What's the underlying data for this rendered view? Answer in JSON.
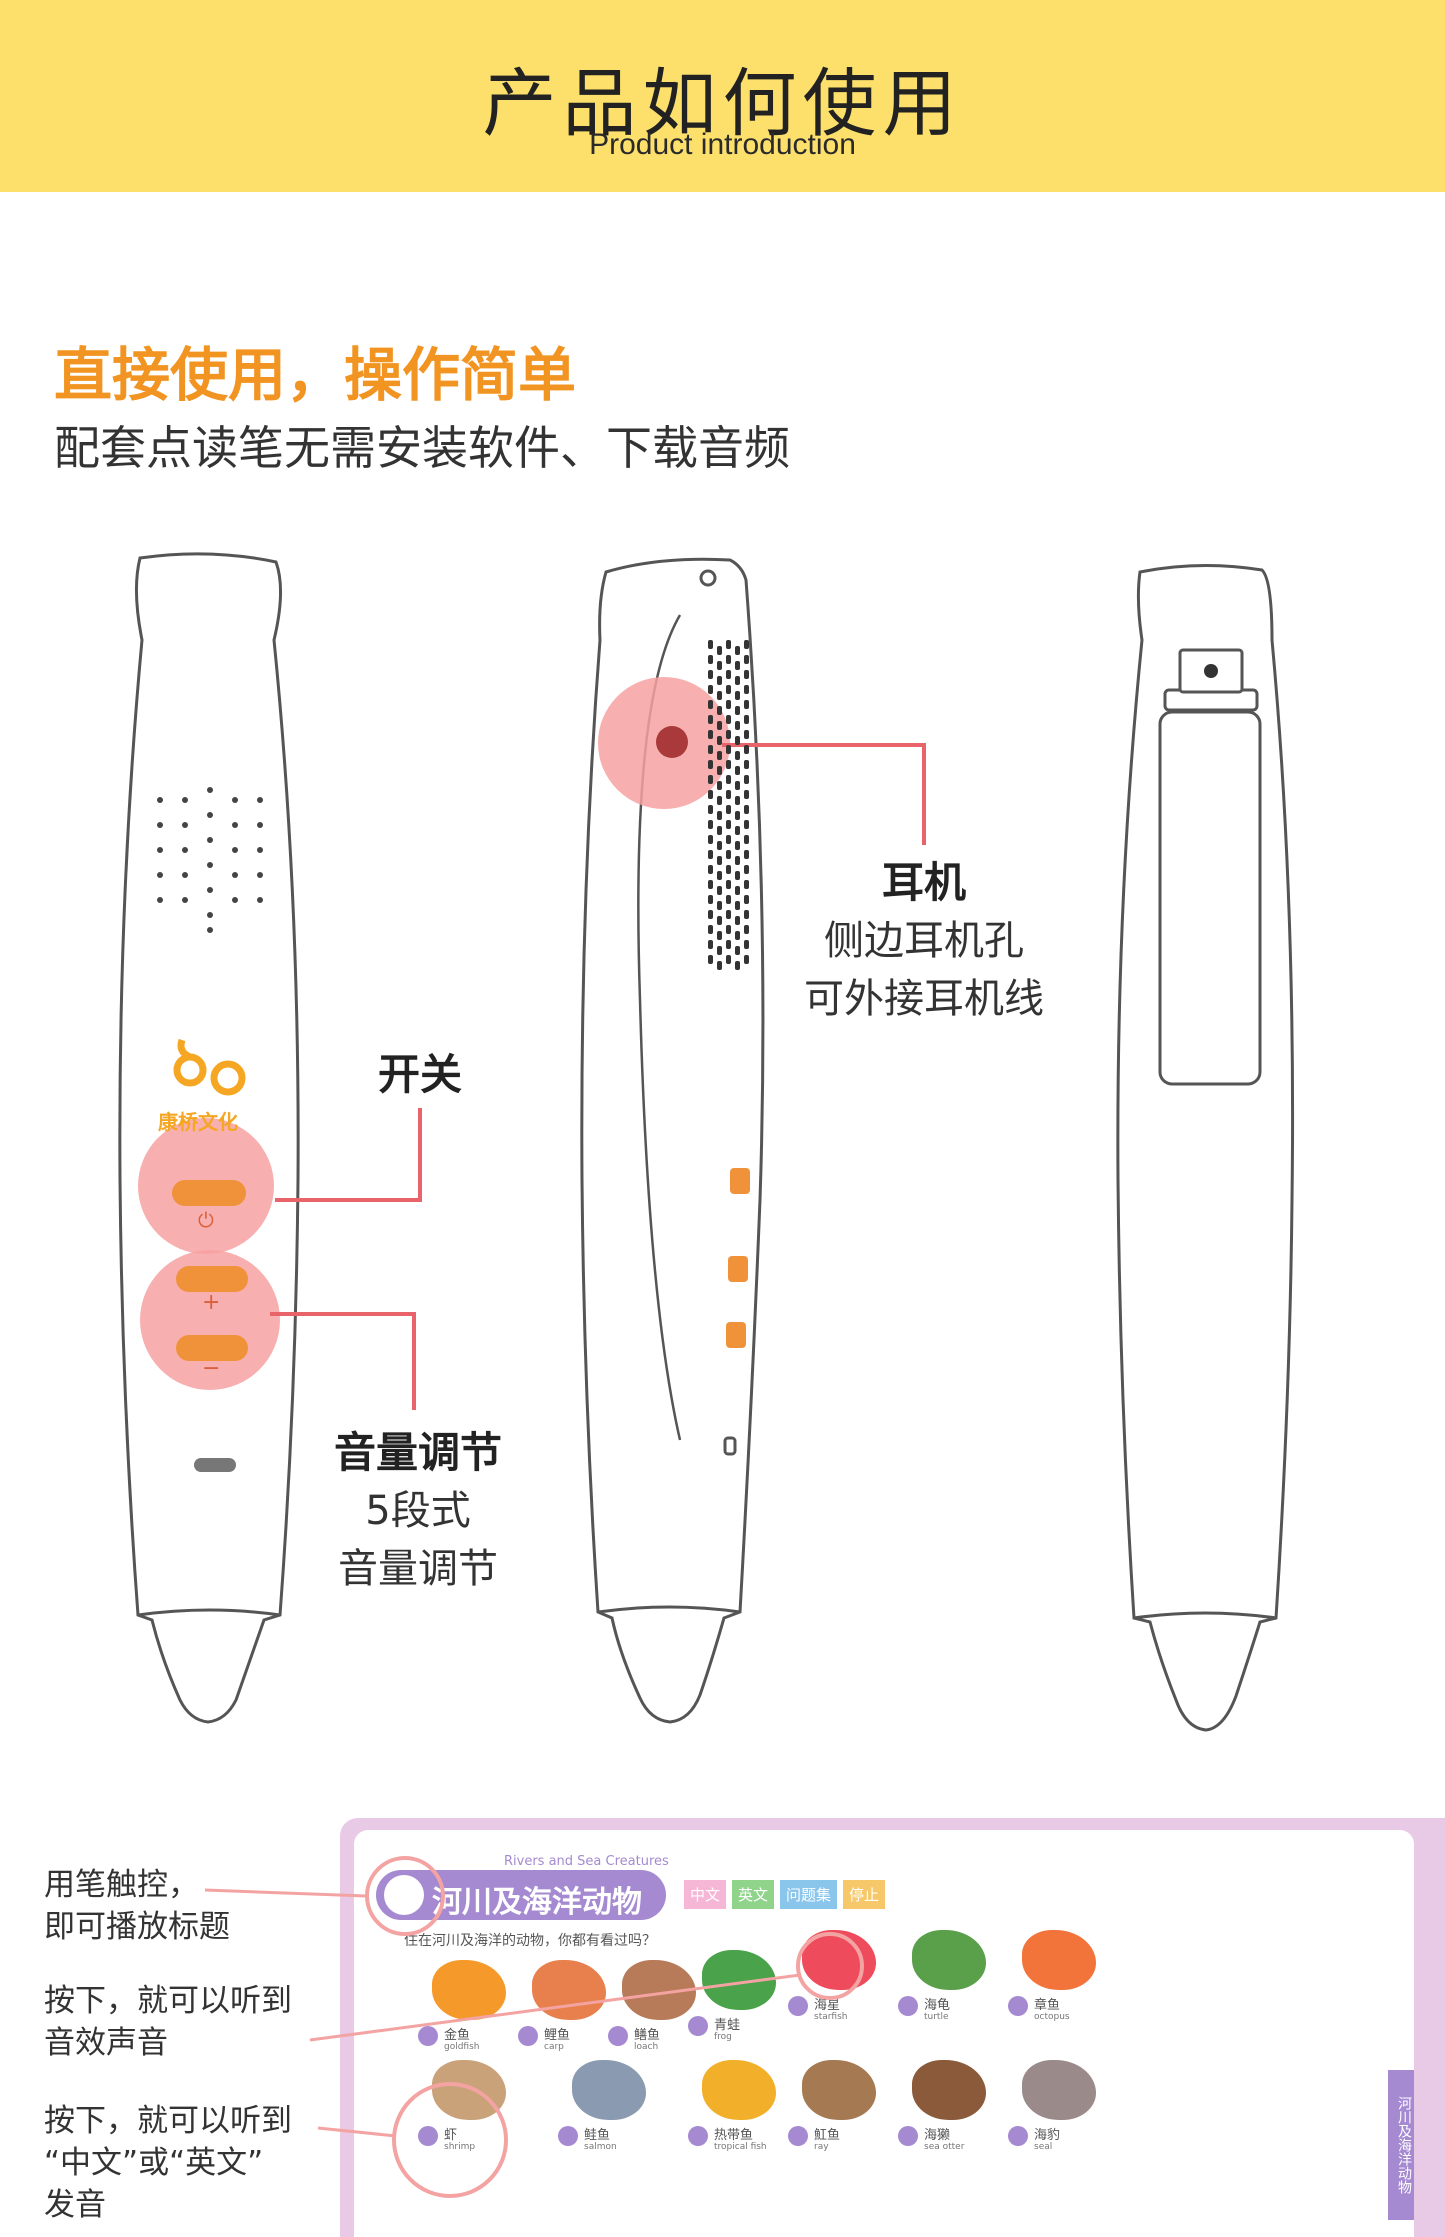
{
  "header": {
    "title": "产品如何使用",
    "subtitle": "Product introduction",
    "bg_color": "#fce06b"
  },
  "intro": {
    "headline": "直接使用，操作简单",
    "subline": "配套点读笔无需安装软件、下载音频",
    "headline_color": "#f29422"
  },
  "callouts": {
    "switch": {
      "title": "开关"
    },
    "volume": {
      "title": "音量调节",
      "line1": "5段式",
      "line2": "音量调节"
    },
    "earphone": {
      "title": "耳机",
      "line1": "侧边耳机孔",
      "line2": "可外接耳机线"
    }
  },
  "pen": {
    "brand_text": "康桥文化",
    "power_symbol": "⏻",
    "plus_symbol": "+",
    "minus_symbol": "−",
    "highlight_color": "#f7a1a1",
    "button_color": "#f0923a",
    "line_color": "#e8646a"
  },
  "book": {
    "page_title": "河川及海洋动物",
    "page_title_en": "Rivers and Sea Creatures",
    "page_question": "住在河川及海洋的动物，你都有看过吗？",
    "mode_buttons": [
      "中文",
      "英文",
      "问题集",
      "停止"
    ],
    "side_tab": "河川及海洋动物",
    "labels": {
      "l1a": "用笔触控，",
      "l1b": "即可播放标题",
      "l2a": "按下，就可以听到",
      "l2b": "音效声音",
      "l3a": "按下，就可以听到",
      "l3b": "“中文”或“英文”",
      "l3c": "发音"
    },
    "animals": [
      {
        "cn": "金鱼",
        "en": "goldfish"
      },
      {
        "cn": "鲤鱼",
        "en": "carp"
      },
      {
        "cn": "鳝鱼",
        "en": "loach"
      },
      {
        "cn": "青蛙",
        "en": "frog"
      },
      {
        "cn": "海星",
        "en": "starfish"
      },
      {
        "cn": "海龟",
        "en": "turtle"
      },
      {
        "cn": "章鱼",
        "en": "octopus"
      },
      {
        "cn": "虾",
        "en": "shrimp"
      },
      {
        "cn": "鲑鱼",
        "en": "salmon"
      },
      {
        "cn": "热带鱼",
        "en": "tropical fish"
      },
      {
        "cn": "魟鱼",
        "en": "ray"
      },
      {
        "cn": "海獭",
        "en": "sea otter"
      },
      {
        "cn": "海豹",
        "en": "seal"
      }
    ]
  }
}
